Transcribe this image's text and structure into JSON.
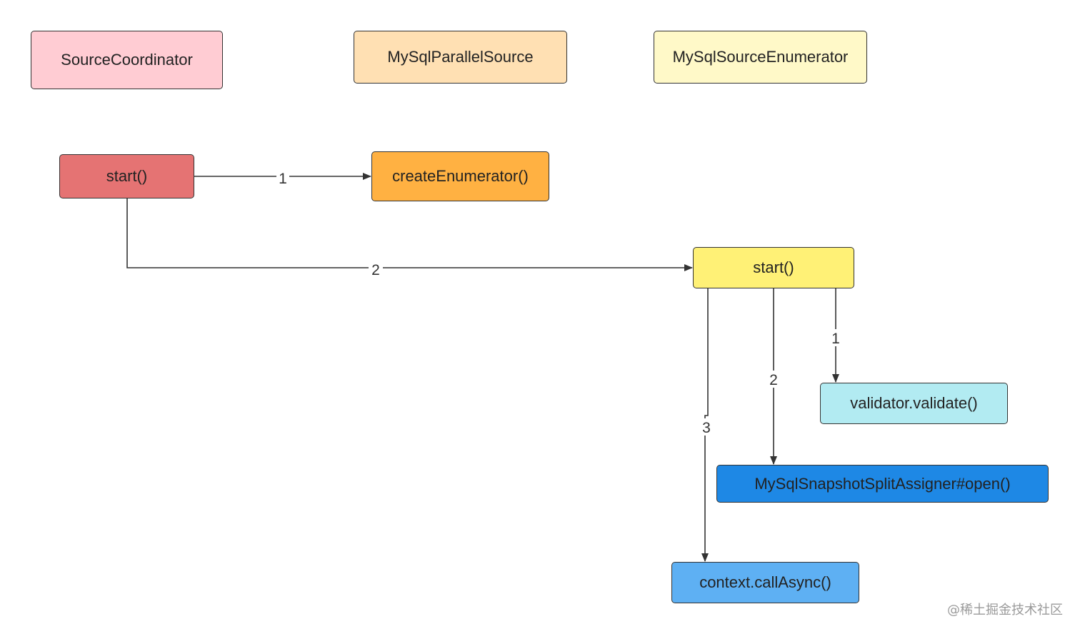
{
  "lanes": {
    "source_coordinator": "SourceCoordinator",
    "mysql_parallel_source": "MySqlParallelSource",
    "mysql_source_enumerator": "MySqlSourceEnumerator"
  },
  "nodes": {
    "coordinator_start": "start()",
    "create_enumerator": "createEnumerator()",
    "enumerator_start": "start()",
    "validator_validate": "validator.validate()",
    "snapshot_split_assigner_open": "MySqlSnapshotSplitAssigner#open()",
    "context_call_async": "context.callAsync()"
  },
  "edges": {
    "coordinator_to_create_enumerator": "1",
    "coordinator_to_enumerator_start": "2",
    "enumerator_start_to_validate": "1",
    "enumerator_start_to_assigner_open": "2",
    "enumerator_start_to_call_async": "3"
  },
  "watermark": "@稀土掘金技术社区",
  "colors": {
    "lane_source_coordinator": "#FFCCD3",
    "lane_mysql_parallel_source": "#FFE0B3",
    "lane_mysql_source_enumerator": "#FFF9C8",
    "coordinator_start": "#E57373",
    "create_enumerator": "#FFB142",
    "enumerator_start": "#FFF176",
    "validator_validate": "#B2EBF2",
    "snapshot_split_assigner_open": "#1E88E5",
    "context_call_async": "#5EB0F3",
    "stroke": "#333333"
  }
}
